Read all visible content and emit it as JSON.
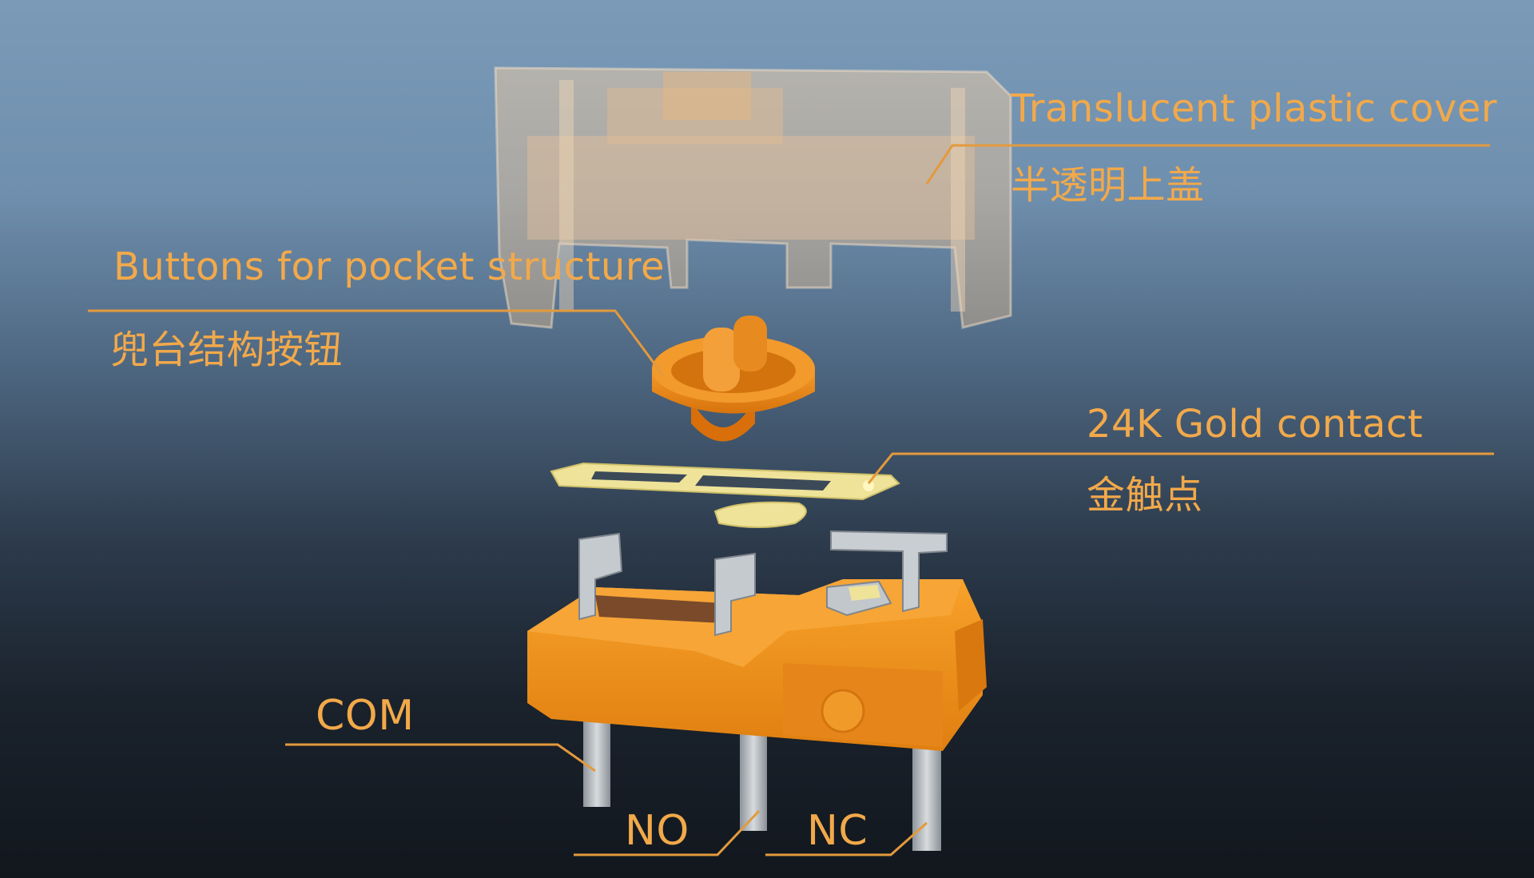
{
  "labels": {
    "cover": {
      "en": "Translucent plastic cover",
      "cn": "半透明上盖"
    },
    "button": {
      "en": "Buttons for pocket structure",
      "cn": "兜台结构按钮"
    },
    "contact": {
      "en": "24K Gold contact",
      "cn": "金触点"
    },
    "pins": {
      "com": "COM",
      "no": "NO",
      "nc": "NC"
    }
  },
  "colors": {
    "label": "#f2a94a",
    "leader": "#e39a3c",
    "housing": "#f0941c",
    "button": "#f08a1a",
    "cover": "#e9c9a4",
    "gold": "#efe39a",
    "metal": "#b7bcc2"
  }
}
